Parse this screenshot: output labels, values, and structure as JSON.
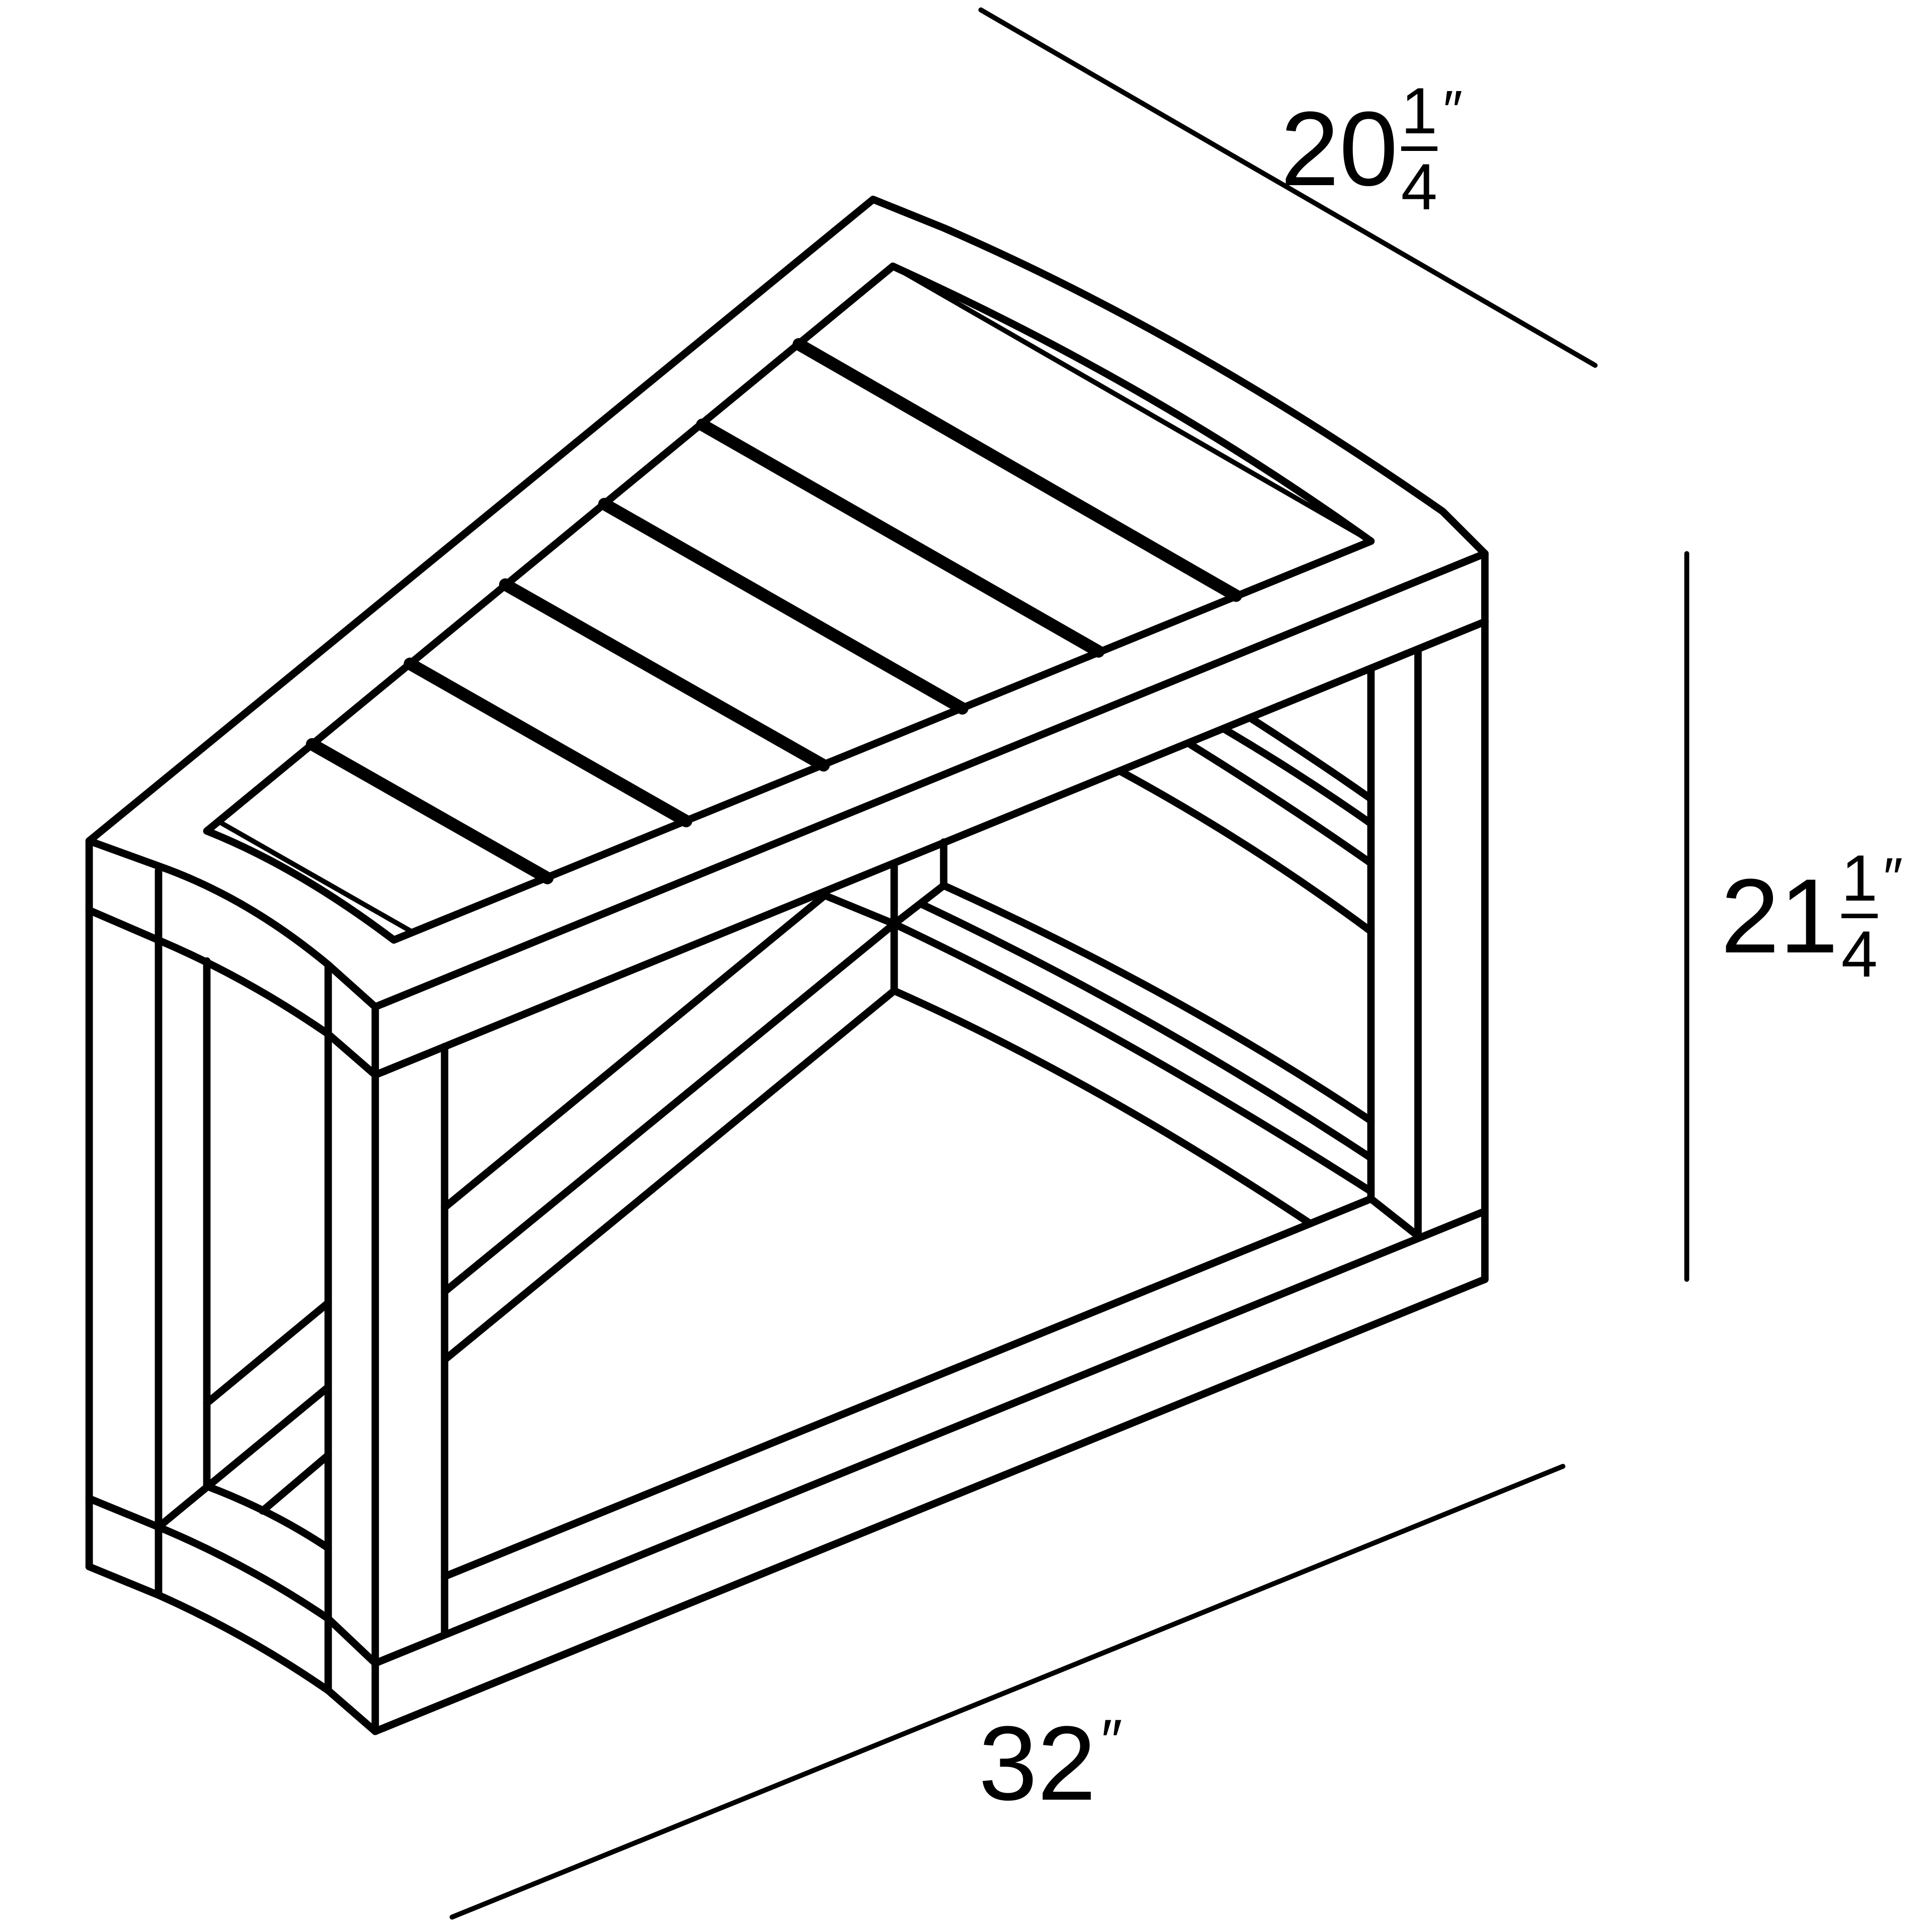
{
  "diagram": {
    "subject": "corner bench (trapezoid/wedge shape) with slatted top and open lower frame",
    "line_color": "#000000",
    "background": "#ffffff",
    "slat_count": 7
  },
  "dimensions": {
    "depth": {
      "whole": "20",
      "num": "1",
      "den": "4",
      "unit": "″"
    },
    "height": {
      "whole": "21",
      "num": "1",
      "den": "4",
      "unit": "″"
    },
    "length": {
      "whole": "32",
      "unit": "″"
    }
  }
}
